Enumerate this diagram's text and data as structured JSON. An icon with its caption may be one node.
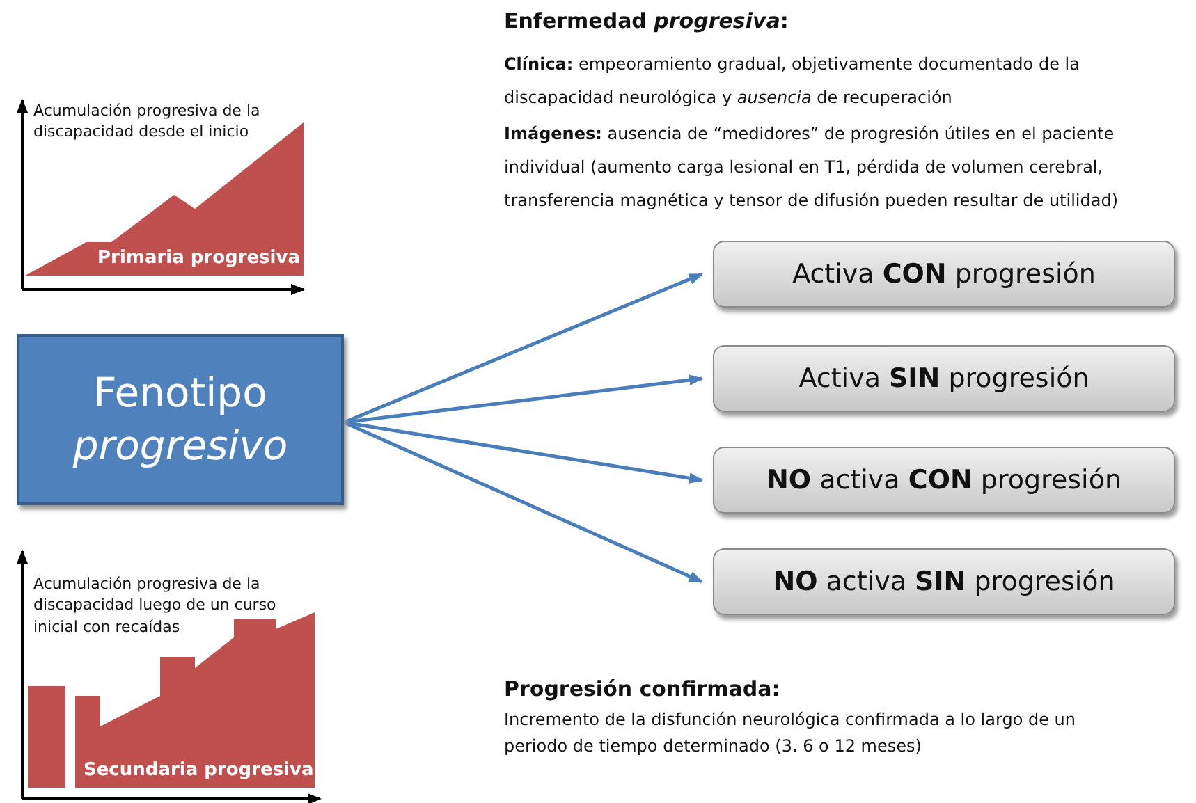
{
  "diagram": {
    "nodes": [
      {
        "text": [
          "Fenotipo *progresivo*"
        ]
      },
      {
        "text": [
          "Activa **CON** progresión"
        ]
      },
      {
        "text": [
          "Activa **SIN** progresión"
        ]
      },
      {
        "text": [
          "**NO** activa **CON** progresión"
        ]
      },
      {
        "text": [
          "**NO** activa **SIN** progresión"
        ]
      }
    ],
    "edges": [
      {
        "from": 0,
        "to": 1,
        "arrow": "to"
      },
      {
        "from": 0,
        "to": 2,
        "arrow": "to"
      },
      {
        "from": 0,
        "to": 3,
        "arrow": "to"
      },
      {
        "from": 0,
        "to": 4,
        "arrow": "to"
      }
    ],
    "labels": [
      "Enfermedad *progresiva*:",
      "**Clínica:** empeoramiento gradual, objetivamente documentado de la discapacidad neurológica y *ausencia* de recuperación",
      "**Imágenes:** ausencia de “medidores” de progresión útiles en el paciente individual (aumento carga lesional en T1, pérdida de volumen cerebral, transferencia magnética y tensor de difusión pueden resultar de utilidad)",
      "Acumulación progresiva de la discapacidad desde el inicio",
      "Primaria progresiva",
      "Acumulación progresiva de la discapacidad luego de un curso inicial con recaídas",
      "Secundaria progresiva",
      "Progresión confirmada:",
      "Incremento de la disfunción neurológica confirmada a lo largo de un periodo de tiempo determinado (3. 6 o 12 meses)"
    ]
  }
}
